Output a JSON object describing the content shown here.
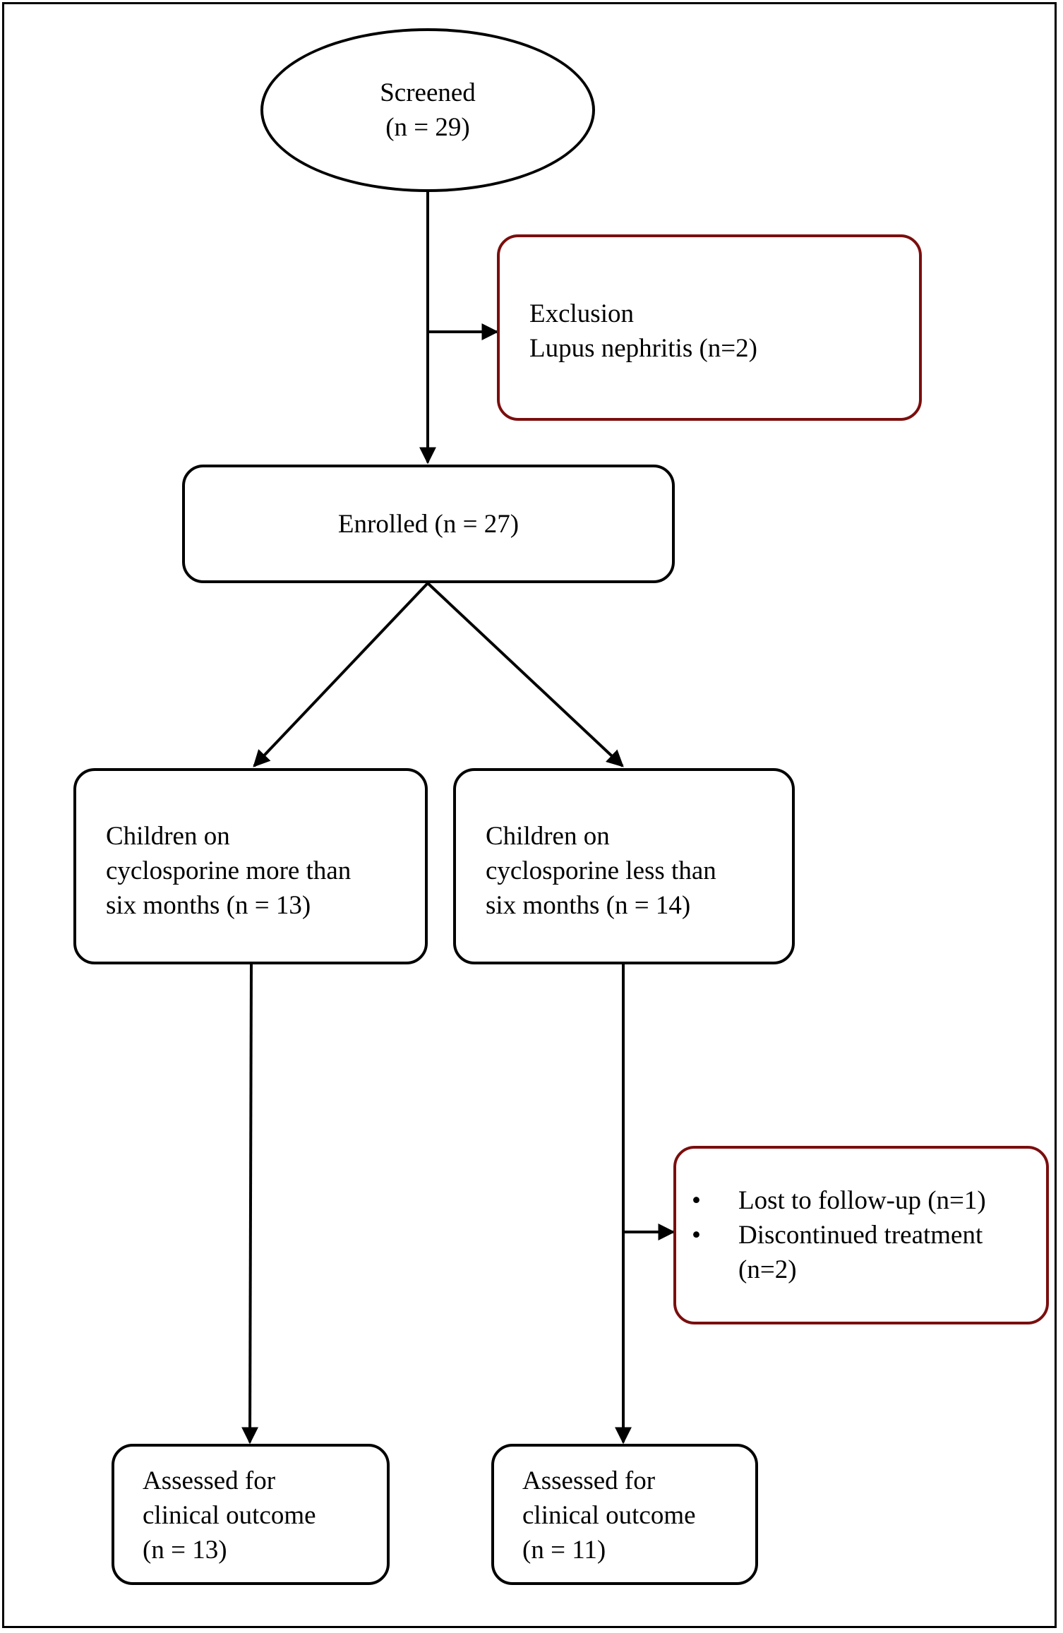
{
  "colors": {
    "box_border": "#000000",
    "exclusion_border": "#7b0e0e",
    "arrow": "#000000"
  },
  "screened": {
    "line1": "Screened",
    "line2": "(n = 29)"
  },
  "exclusion_top": {
    "line1": "Exclusion",
    "line2": "Lupus nephritis (n=2)"
  },
  "enrolled": {
    "label": "Enrolled (n = 27)"
  },
  "group_more": {
    "line1": "Children on",
    "line2": "cyclosporine more than",
    "line3": "six months (n = 13)"
  },
  "group_less": {
    "line1": "Children on",
    "line2": "cyclosporine less than",
    "line3": "six months (n = 14)"
  },
  "exclusion_less": {
    "bullet_glyph": "•",
    "items": [
      "Lost to follow-up (n=1)",
      "Discontinued treatment"
    ],
    "continuation": "(n=2)"
  },
  "outcome_more": {
    "line1": "Assessed for",
    "line2": "clinical outcome",
    "line3": "(n = 13)"
  },
  "outcome_less": {
    "line1": "Assessed for",
    "line2": "clinical outcome",
    "line3": "(n = 11)"
  }
}
